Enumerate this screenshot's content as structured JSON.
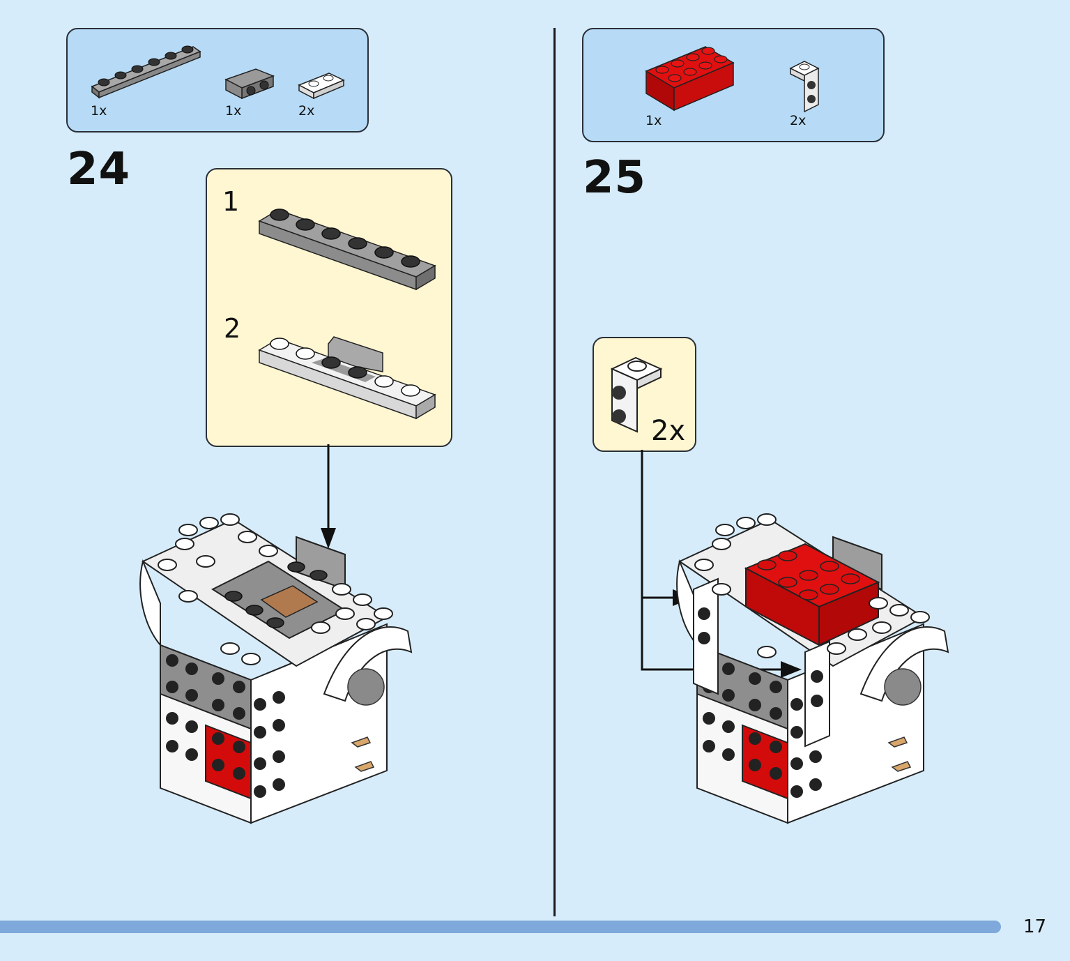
{
  "steps": [
    {
      "number": "24",
      "parts": [
        {
          "qty": "1x",
          "icon": "dark-gray-1x6-plate"
        },
        {
          "qty": "1x",
          "icon": "gray-bracket-plate"
        },
        {
          "qty": "2x",
          "icon": "white-1x2-plate"
        }
      ],
      "substeps": [
        "1",
        "2"
      ]
    },
    {
      "number": "25",
      "parts": [
        {
          "qty": "1x",
          "icon": "red-2x4-brick"
        },
        {
          "qty": "2x",
          "icon": "white-bracket"
        }
      ],
      "callout_qty": "2x"
    }
  ],
  "colors": {
    "page_bg": "#d6ecfa",
    "parts_box": "#b7dbf6",
    "substep_box": "#fff6d2",
    "progress_bar": "#7fa9da",
    "brick_red": "#d30b0b",
    "brick_gray": "#8f8f8f",
    "brick_white": "#ffffff"
  },
  "page_number": "17"
}
